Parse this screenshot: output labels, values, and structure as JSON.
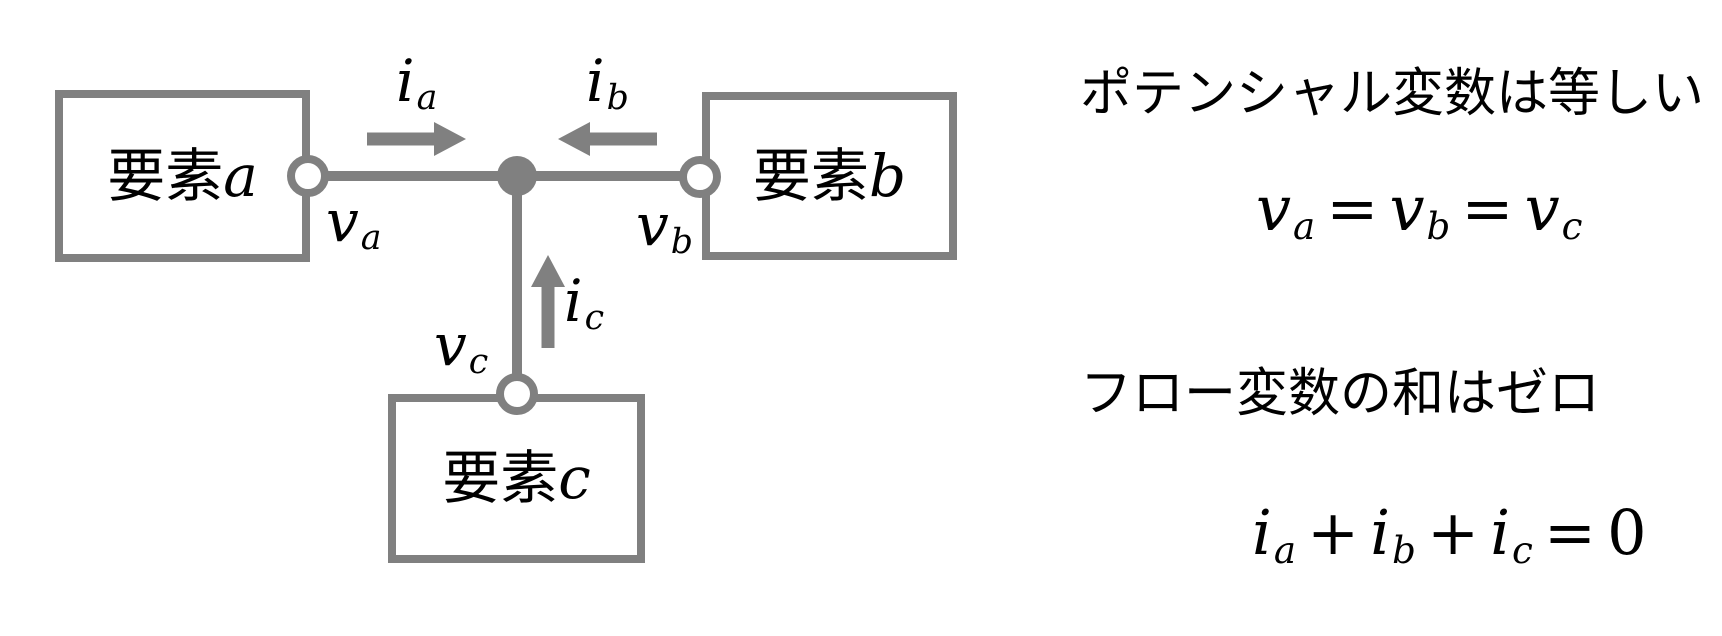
{
  "figure": {
    "boxes": {
      "a": {
        "name_prefix": "要素",
        "name_letter": "a"
      },
      "b": {
        "name_prefix": "要素",
        "name_letter": "b"
      },
      "c": {
        "name_prefix": "要素",
        "name_letter": "c"
      }
    },
    "flow_labels": {
      "ia": {
        "base": "i",
        "sub": "a"
      },
      "ib": {
        "base": "i",
        "sub": "b"
      },
      "ic": {
        "base": "i",
        "sub": "c"
      }
    },
    "port_labels": {
      "va": {
        "base": "v",
        "sub": "a"
      },
      "vb": {
        "base": "v",
        "sub": "b"
      },
      "vc": {
        "base": "v",
        "sub": "c"
      }
    }
  },
  "notes": {
    "potential_heading": "ポテンシャル変数は等しい",
    "flow_heading": "フロー変数の和はゼロ",
    "potential_equation": {
      "v1": "v",
      "s1": "a",
      "eq1": "=",
      "v2": "v",
      "s2": "b",
      "eq2": "=",
      "v3": "v",
      "s3": "c"
    },
    "flow_equation": {
      "i1": "i",
      "s1": "a",
      "plus1": "+",
      "i2": "i",
      "s2": "b",
      "plus2": "+",
      "i3": "i",
      "s3": "c",
      "eq": "=",
      "zero": "0"
    }
  },
  "colors": {
    "diagram_gray": "#808080",
    "text_black": "#000000",
    "background": "#ffffff"
  }
}
